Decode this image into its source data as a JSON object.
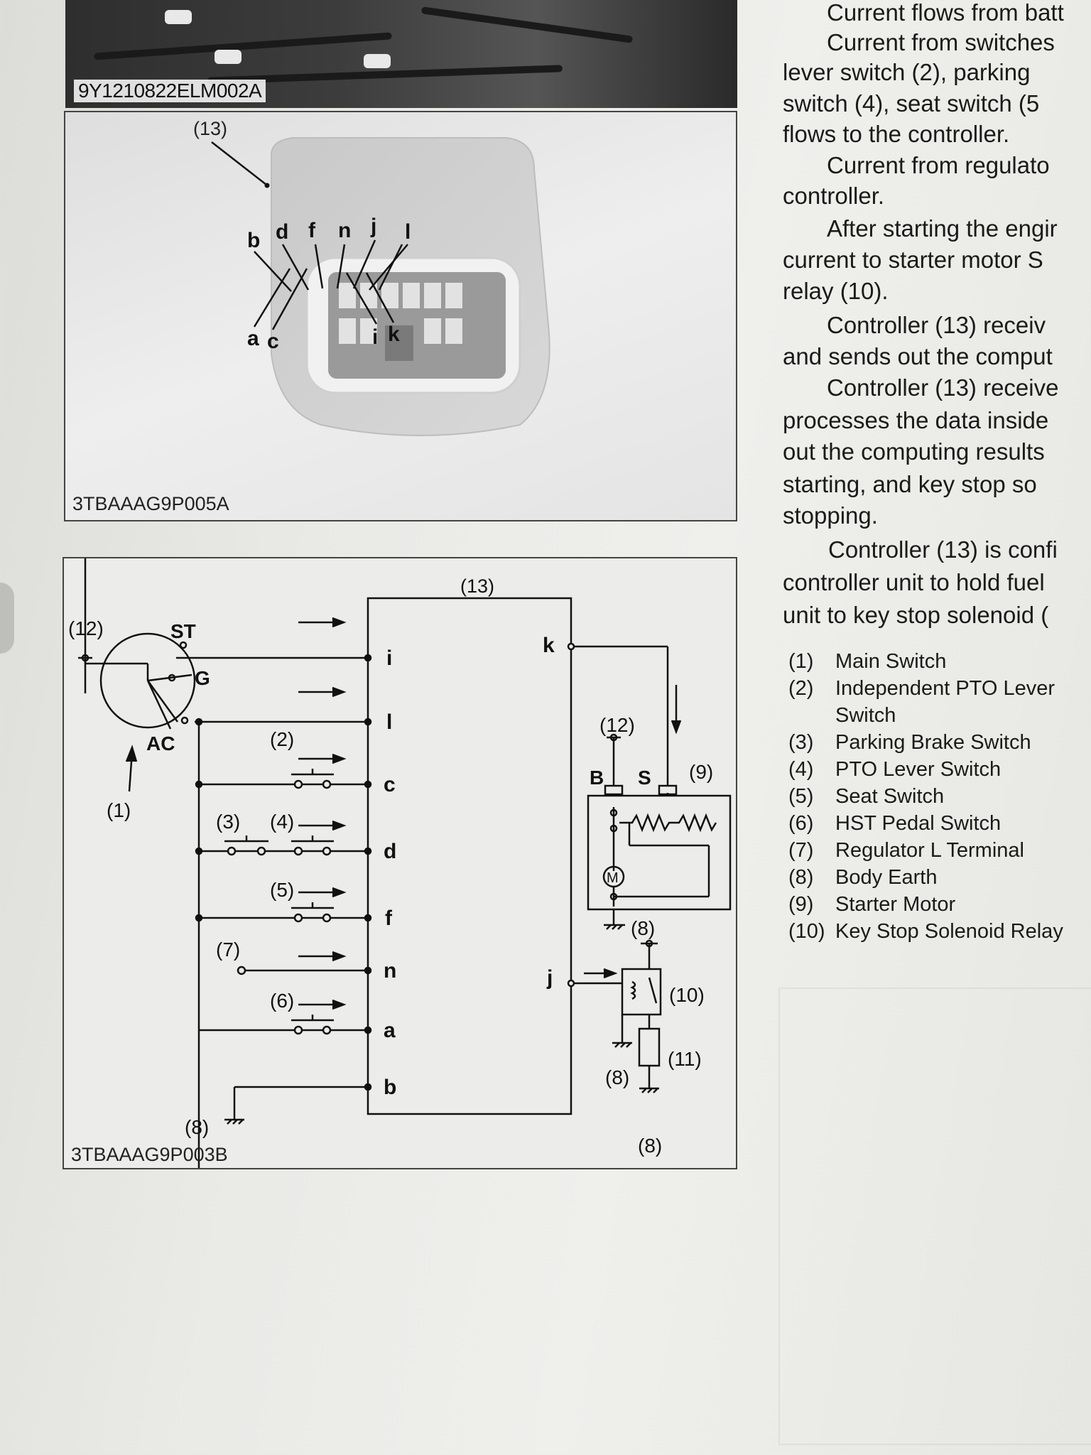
{
  "figures": {
    "top_photo_code": "9Y1210822ELM002A",
    "connector_photo_code": "3TBAAAG9P005A",
    "diagram_code": "3TBAAAG9P003B"
  },
  "connector_photo": {
    "callout": "(13)",
    "pins_top": [
      "b",
      "d",
      "f",
      "n",
      "j",
      "l"
    ],
    "pins_bottom": [
      "a",
      "c",
      "i",
      "k"
    ]
  },
  "diagram": {
    "controller": "(13)",
    "main_switch": {
      "battery_ref": "(12)",
      "ST": "ST",
      "G": "G",
      "AC": "AC",
      "ref": "(1)"
    },
    "left_pins": [
      "i",
      "l",
      "c",
      "d",
      "f",
      "n",
      "a",
      "b"
    ],
    "right_pins": [
      "k",
      "j"
    ],
    "switches": [
      "(2)",
      "(3)",
      "(4)",
      "(5)",
      "(7)",
      "(6)"
    ],
    "earth_left": "(8)",
    "starter": {
      "battery_ref": "(12)",
      "B": "B",
      "S": "S",
      "ref": "(9)",
      "motor": "M",
      "earth": "(8)"
    },
    "relay": {
      "ref": "(10)"
    },
    "solenoid": {
      "earth_top": "(8)",
      "ref": "(11)",
      "earth_bottom": "(8)"
    }
  },
  "text_lines": [
    "Current flows from batt",
    "Current from switches",
    "lever switch (2), parking",
    "switch (4), seat switch (5",
    "flows to the controller.",
    "Current from regulato",
    "controller.",
    "After starting the engir",
    "current to starter motor S",
    "relay (10).",
    "Controller (13) receiv",
    "and sends out the comput",
    "Controller (13) receive",
    "processes the data inside",
    "out the computing results",
    "starting, and key stop so",
    "stopping.",
    "Controller (13) is confi",
    "controller unit to hold fuel",
    "unit to key stop solenoid ("
  ],
  "legend": [
    {
      "num": "(1)",
      "label": "Main Switch"
    },
    {
      "num": "(2)",
      "label": "Independent PTO Lever"
    },
    {
      "num": "",
      "label": "Switch"
    },
    {
      "num": "(3)",
      "label": "Parking Brake Switch"
    },
    {
      "num": "(4)",
      "label": "PTO Lever Switch"
    },
    {
      "num": "(5)",
      "label": "Seat Switch"
    },
    {
      "num": "(6)",
      "label": "HST Pedal Switch"
    },
    {
      "num": "(7)",
      "label": "Regulator L Terminal"
    },
    {
      "num": "(8)",
      "label": "Body Earth"
    },
    {
      "num": "(9)",
      "label": "Starter Motor"
    },
    {
      "num": "(10)",
      "label": "Key Stop Solenoid Relay"
    }
  ]
}
